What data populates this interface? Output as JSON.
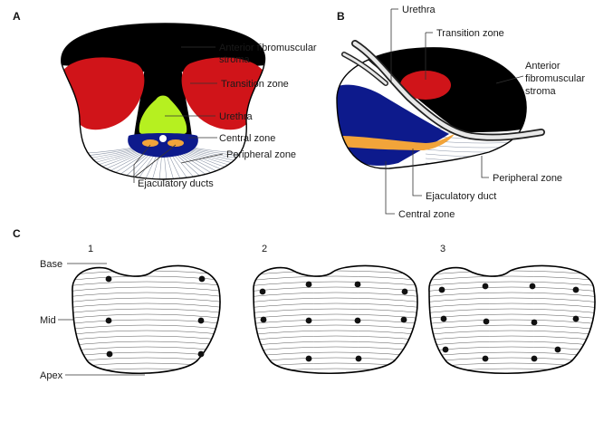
{
  "panels": {
    "a": "A",
    "b": "B",
    "c": "C"
  },
  "panel_a": {
    "anterior_stroma": "Anterior fibromuscular",
    "anterior_stroma_2": "stroma",
    "transition_zone": "Transition zone",
    "urethra": "Urethra",
    "central_zone": "Central zone",
    "peripheral_zone": "Peripheral zone",
    "ejaculatory_ducts": "Ejaculatory ducts"
  },
  "panel_b": {
    "urethra": "Urethra",
    "transition_zone": "Transition zone",
    "anterior_stroma_1": "Anterior",
    "anterior_stroma_2": "fibromuscular",
    "anterior_stroma_3": "stroma",
    "peripheral_zone": "Peripheral zone",
    "ejaculatory_duct": "Ejaculatory duct",
    "central_zone": "Central zone"
  },
  "panel_c": {
    "levels": {
      "base": "Base",
      "mid": "Mid",
      "apex": "Apex"
    },
    "schemes": [
      "1",
      "2",
      "3"
    ]
  },
  "colors": {
    "stroma": "#000000",
    "transition_zone": "#d01419",
    "urethra": "#b6f020",
    "central_zone": "#0d1a8c",
    "ejaculatory_ducts": "#f2a43a",
    "peripheral_fibers": "#8a94a6",
    "biopsy_dot": "#111111"
  }
}
